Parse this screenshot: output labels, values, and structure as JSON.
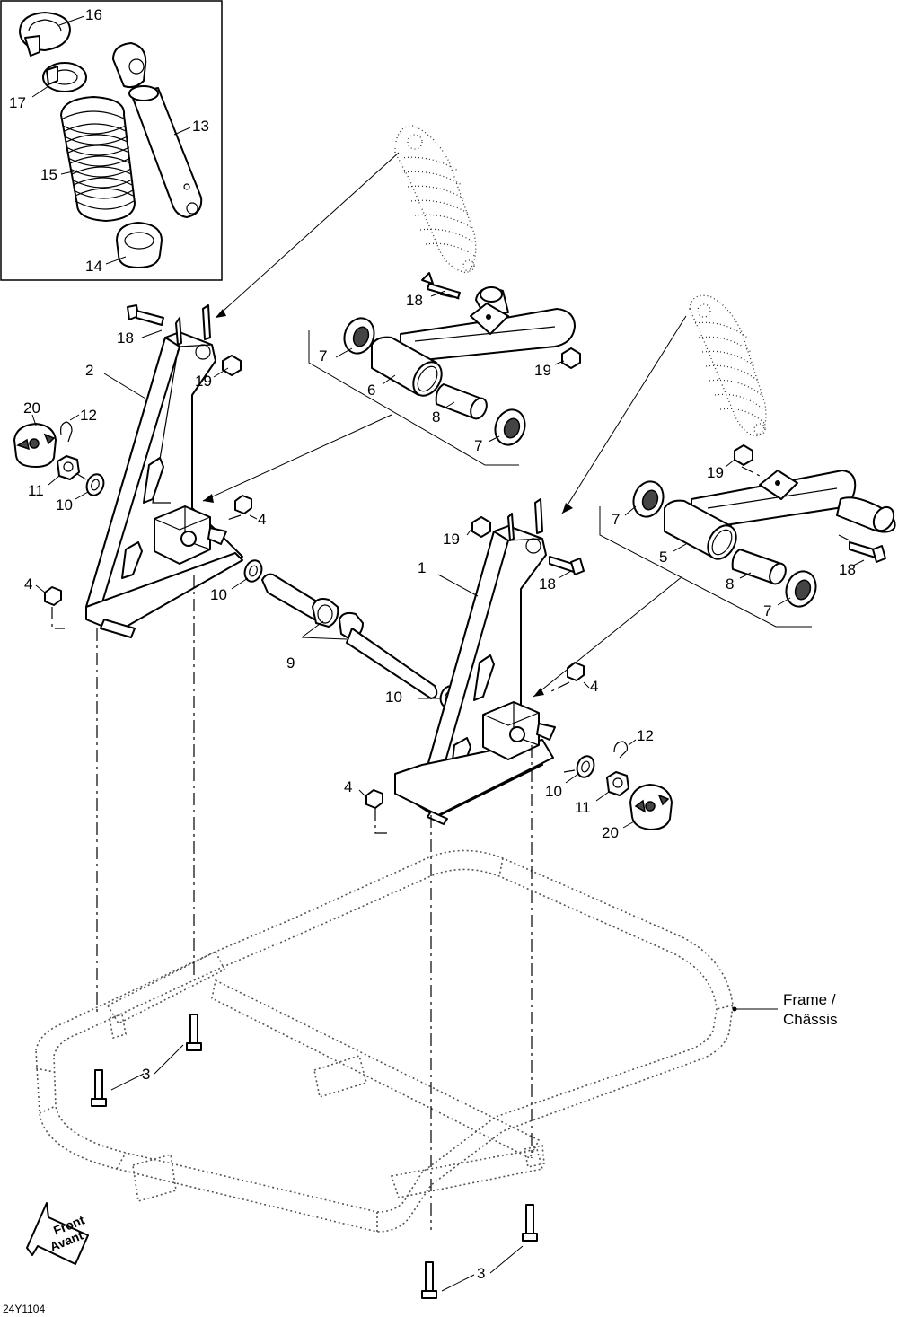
{
  "diagram_id": "24Y1104",
  "frame_label": {
    "line1": "Frame /",
    "line2": "Châssis"
  },
  "front_label": {
    "line1": "Front",
    "line2": "Avant"
  },
  "callouts": {
    "c1": "1",
    "c2": "2",
    "c3a": "3",
    "c3b": "3",
    "c4a": "4",
    "c4b": "4",
    "c4c": "4",
    "c4d": "4",
    "c5": "5",
    "c6": "6",
    "c7a": "7",
    "c7b": "7",
    "c7c": "7",
    "c7d": "7",
    "c8a": "8",
    "c8b": "8",
    "c9": "9",
    "c10a": "10",
    "c10b": "10",
    "c10c": "10",
    "c10d": "10",
    "c11a": "11",
    "c11b": "11",
    "c12a": "12",
    "c12b": "12",
    "c13": "13",
    "c14": "14",
    "c15": "15",
    "c16": "16",
    "c17": "17",
    "c18a": "18",
    "c18b": "18",
    "c18c": "18",
    "c18d": "18",
    "c19a": "19",
    "c19b": "19",
    "c19c": "19",
    "c19d": "19",
    "c20a": "20",
    "c20b": "20"
  },
  "colors": {
    "ink": "#000000",
    "background": "#ffffff"
  }
}
